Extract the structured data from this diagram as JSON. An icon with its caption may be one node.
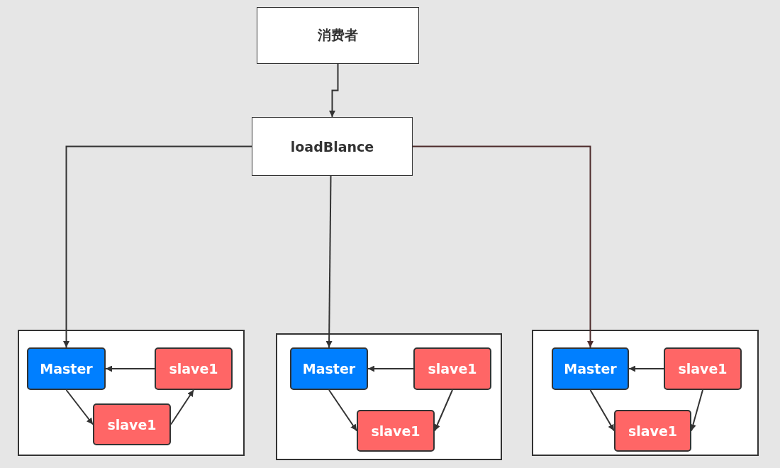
{
  "diagram": {
    "nodes": [
      {
        "text": [
          "消费者"
        ]
      },
      {
        "text": [
          "loadBlance"
        ]
      },
      {
        "text": [],
        "shape": "box"
      },
      {
        "text": [
          "Master"
        ],
        "in": 2
      },
      {
        "text": [
          "slave1"
        ],
        "in": 2
      },
      {
        "text": [
          "slave1"
        ],
        "in": 2
      },
      {
        "text": [],
        "shape": "box"
      },
      {
        "text": [
          "Master"
        ],
        "in": 6
      },
      {
        "text": [
          "slave1"
        ],
        "in": 6
      },
      {
        "text": [
          "slave1"
        ],
        "in": 6
      },
      {
        "text": [],
        "shape": "box"
      },
      {
        "text": [
          "Master"
        ],
        "in": 10
      },
      {
        "text": [
          "slave1"
        ],
        "in": 10
      },
      {
        "text": [
          "slave1"
        ],
        "in": 10
      }
    ],
    "edges": [
      {
        "from": 0,
        "to": 1,
        "arrow": "to"
      },
      {
        "from": 1,
        "to": 3,
        "arrow": "to"
      },
      {
        "from": 1,
        "to": 7,
        "arrow": "to"
      },
      {
        "from": 1,
        "to": 11,
        "arrow": "to",
        "color": "#4d2b2b"
      },
      {
        "from": 4,
        "to": 3,
        "arrow": "to"
      },
      {
        "from": 3,
        "to": 5,
        "arrow": "to"
      },
      {
        "from": 5,
        "to": 4,
        "arrow": "to"
      },
      {
        "from": 8,
        "to": 7,
        "arrow": "to"
      },
      {
        "from": 7,
        "to": 9,
        "arrow": "to"
      },
      {
        "from": 8,
        "to": 9,
        "arrow": "to"
      },
      {
        "from": 12,
        "to": 11,
        "arrow": "to"
      },
      {
        "from": 11,
        "to": 13,
        "arrow": "to"
      },
      {
        "from": 12,
        "to": 13,
        "arrow": "to"
      }
    ]
  }
}
